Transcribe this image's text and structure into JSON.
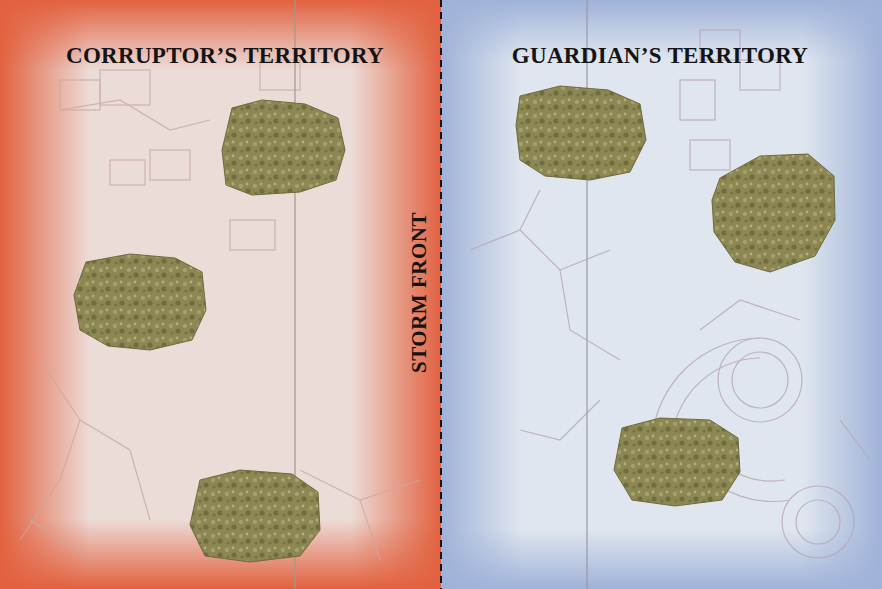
{
  "diagram": {
    "nodes": [
      {
        "text": [
          "CORRUPTOR’S TERRITORY"
        ]
      },
      {
        "text": [
          "GUARDIAN’S TERRITORY"
        ]
      }
    ],
    "labels": [
      "STORM FRONT"
    ]
  }
}
